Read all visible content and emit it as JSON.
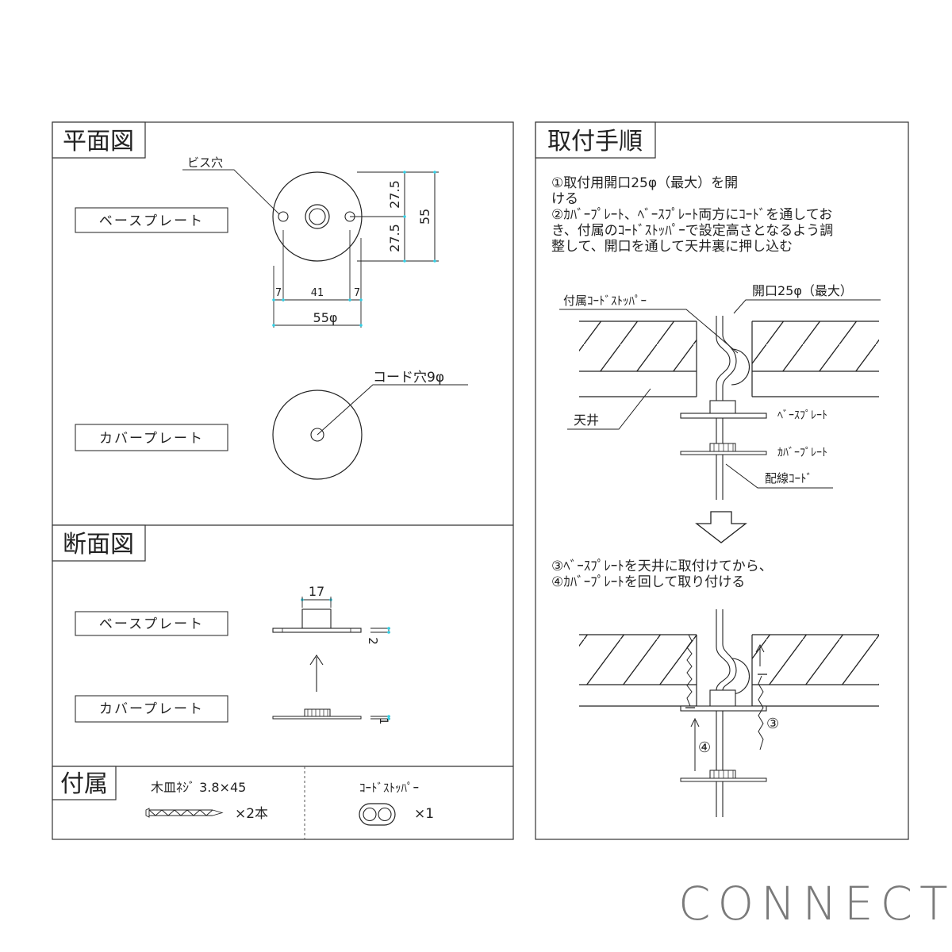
{
  "plan": {
    "title": "平面図",
    "screw_hole_label": "ビス穴",
    "base_label": "ベースプレート",
    "cover_label": "カバープレート",
    "dim_top": "27.5",
    "dim_bottom": "27.5",
    "dim_total": "55",
    "dim_left": "7",
    "dim_mid": "41",
    "dim_right": "7",
    "dim_diameter": "55φ",
    "cord_hole_label": "コード穴9φ"
  },
  "section": {
    "title": "断面図",
    "base_label": "ベースプレート",
    "cover_label": "カバープレート",
    "dim_boss": "17",
    "dim_base_thick": "2",
    "dim_cover_thick": "1"
  },
  "accessories": {
    "title": "付属",
    "screw_label": "木皿ﾈｼﾞ 3.8×45",
    "screw_qty": "×2本",
    "stopper_label": "ｺｰﾄﾞｽﾄｯﾊﾟｰ",
    "stopper_qty": "×1"
  },
  "procedure": {
    "title": "取付手順",
    "step1_line1": "①取付用開口25φ（最大）を開",
    "step1_line2": "ける",
    "step2_line1": "②ｶﾊﾞｰﾌﾟﾚｰﾄ、ﾍﾞｰｽﾌﾟﾚｰﾄ両方にｺｰﾄﾞを通してお",
    "step2_line2": "き、付属のｺｰﾄﾞｽﾄｯﾊﾟｰで設定高さとなるよう調",
    "step2_line3": "整して、開口を通して天井裏に押し込む",
    "stopper_label": "付属ｺｰﾄﾞｽﾄｯﾊﾟｰ",
    "opening_label": "開口25φ（最大）",
    "ceiling_label": "天井",
    "base_label": "ﾍﾞｰｽﾌﾟﾚｰﾄ",
    "cover_label": "ｶﾊﾞｰﾌﾟﾚｰﾄ",
    "cord_label": "配線ｺｰﾄﾞ",
    "step3": "③ﾍﾞｰｽﾌﾟﾚｰﾄを天井に取付けてから、",
    "step4": "④ｶﾊﾞｰﾌﾟﾚｰﾄを回して取り付ける",
    "mark3": "③",
    "mark4": "④"
  },
  "brand": "CONNECT",
  "colors": {
    "line": "#222222",
    "dim_point": "#33d0e6",
    "brand": "#7a7a7a"
  }
}
